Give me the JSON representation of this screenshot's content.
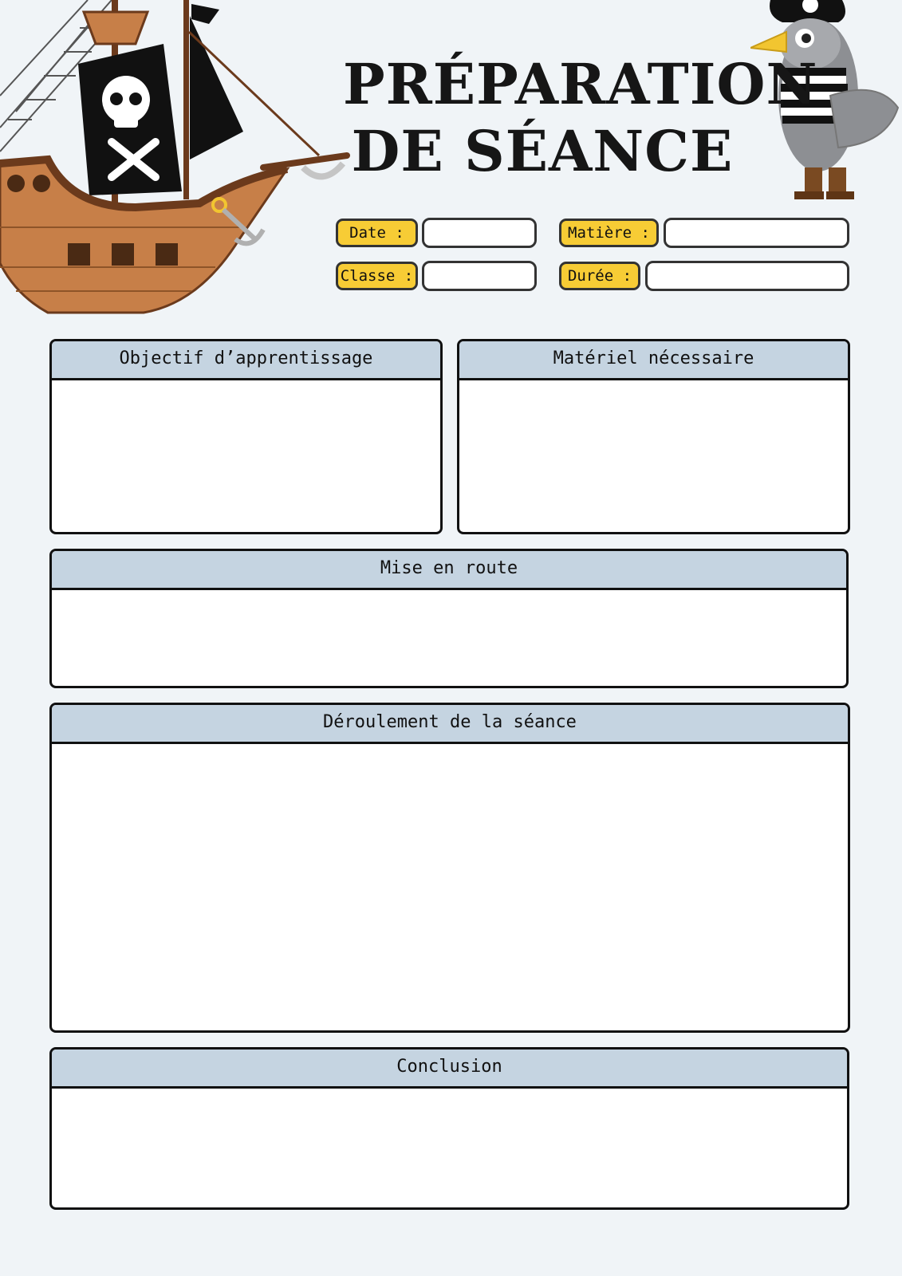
{
  "header": {
    "title_line1": "PRÉPARATION",
    "title_line2": "DE SÉANCE"
  },
  "fields": {
    "date_label": "Date :",
    "classe_label": "Classe :",
    "matiere_label": "Matière :",
    "duree_label": "Durée :"
  },
  "sections": {
    "objectif": "Objectif d’apprentissage",
    "materiel": "Matériel nécessaire",
    "mise_en_route": "Mise en route",
    "deroulement": "Déroulement de la séance",
    "conclusion": "Conclusion"
  },
  "illustrations": {
    "ship": "pirate-ship-illustration",
    "seagull": "pirate-seagull-illustration"
  },
  "colors": {
    "label_yellow": "#f7cc35",
    "header_blue": "#c5d4e1",
    "background": "#f0f4f7",
    "ship_wood": "#c77f48"
  }
}
